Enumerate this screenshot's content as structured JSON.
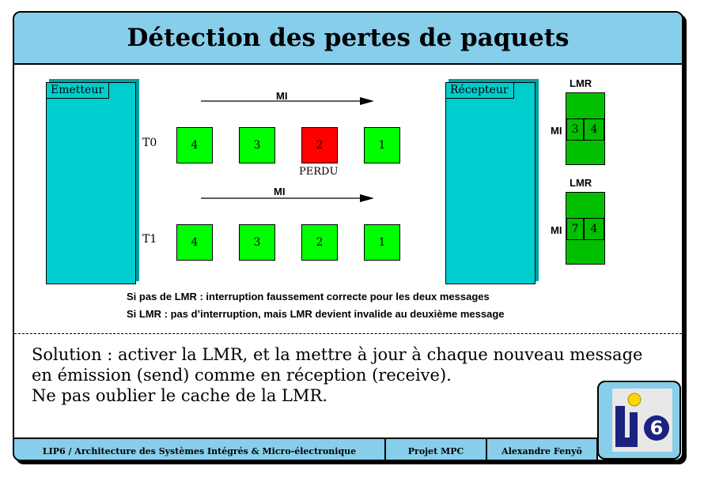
{
  "slide": {
    "title": "Détection des pertes de paquets",
    "emetteur_label": "Emetteur",
    "recepteur_label": "Récepteur",
    "mi_label": "MI",
    "lmr_label": "LMR",
    "rows": [
      {
        "label": "T0",
        "packets": [
          "4",
          "3",
          "2",
          "1"
        ],
        "lost_index": 2,
        "lost_label": "PERDU"
      },
      {
        "label": "T1",
        "packets": [
          "4",
          "3",
          "2",
          "1"
        ]
      }
    ],
    "lmr_tables": [
      {
        "mi": "MI",
        "cells": [
          "3",
          "4"
        ]
      },
      {
        "mi": "MI",
        "cells": [
          "7",
          "4"
        ]
      }
    ],
    "notes": [
      "Si pas de LMR : interruption faussement correcte pour les deux messages",
      "Si LMR : pas d’interruption, mais LMR devient invalide au deuxième message"
    ],
    "solution": [
      "Solution : activer la LMR, et la mettre à jour à chaque nouveau message",
      "en émission (send) comme en réception (receive).",
      "Ne pas oublier le cache de la LMR."
    ]
  },
  "footer": {
    "left": "LIP6 / Architecture des Systèmes Intégrés & Micro-électronique",
    "middle": "Projet MPC",
    "right": "Alexandre Fenyö"
  },
  "colors": {
    "header": "#87ceeb",
    "block": "#00cdcd",
    "packet": "#00ff00",
    "lost": "#ff0000",
    "lmr": "#00c000",
    "logo_blue": "#1a237e",
    "logo_yellow": "#ffd700"
  },
  "logo": {
    "text": "LIP6"
  }
}
